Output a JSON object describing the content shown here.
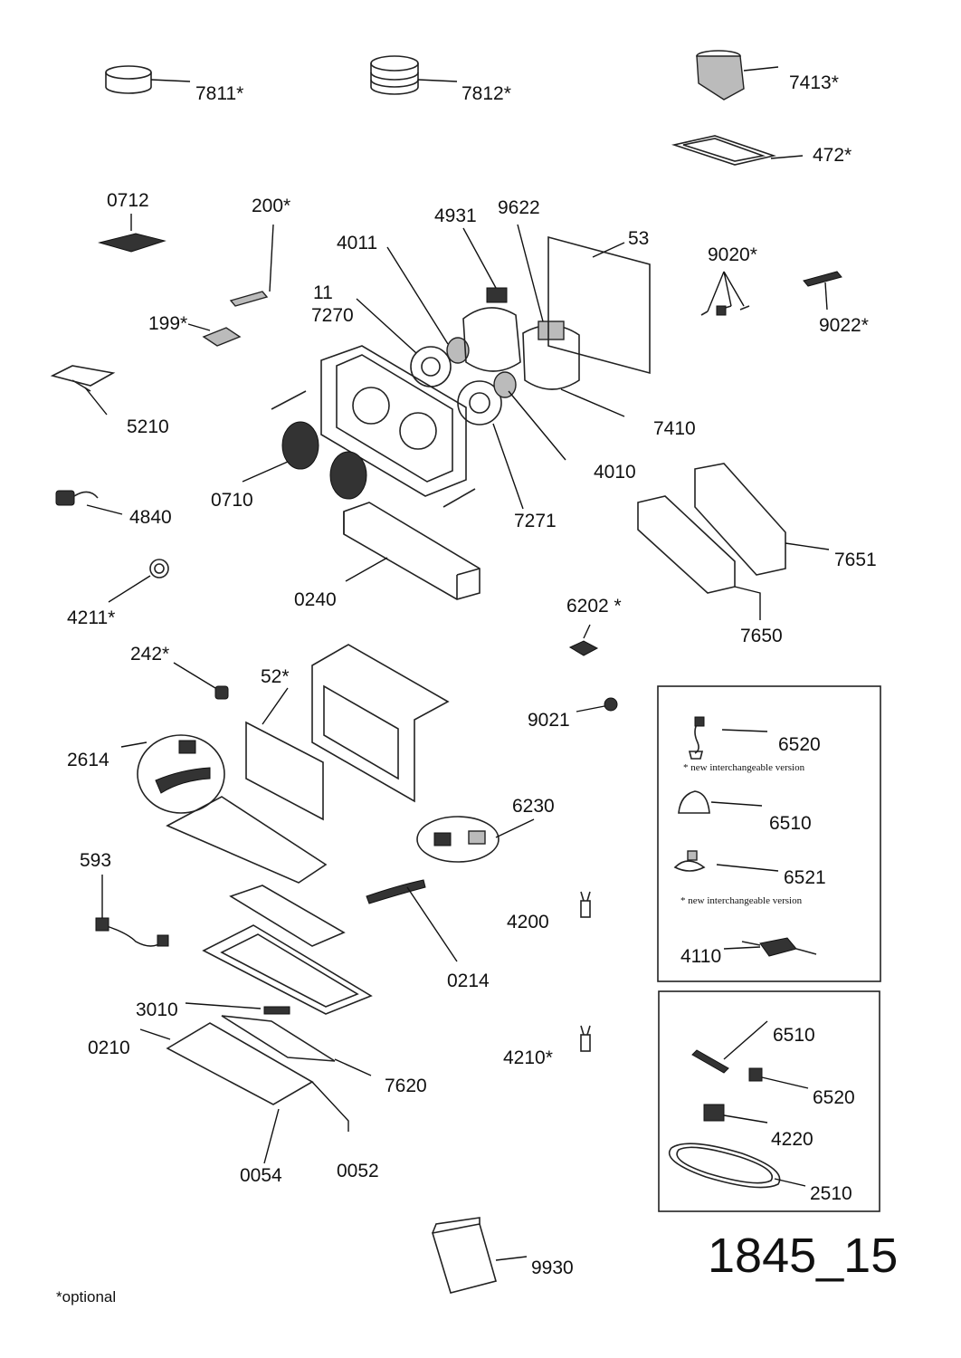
{
  "diagram_id": "1845_15",
  "footnote": "*optional",
  "parts": [
    {
      "code": "7811*"
    },
    {
      "code": "7812*"
    },
    {
      "code": "7413*"
    },
    {
      "code": "472*"
    },
    {
      "code": "0712"
    },
    {
      "code": "200*"
    },
    {
      "code": "4011"
    },
    {
      "code": "4931"
    },
    {
      "code": "9622"
    },
    {
      "code": "53"
    },
    {
      "code": "11"
    },
    {
      "code": "7270"
    },
    {
      "code": "9020*"
    },
    {
      "code": "199*"
    },
    {
      "code": "9022*"
    },
    {
      "code": "5210"
    },
    {
      "code": "7410"
    },
    {
      "code": "4010"
    },
    {
      "code": "0710"
    },
    {
      "code": "4840"
    },
    {
      "code": "7271"
    },
    {
      "code": "7651"
    },
    {
      "code": "4211*"
    },
    {
      "code": "0240"
    },
    {
      "code": "6202 *"
    },
    {
      "code": "7650"
    },
    {
      "code": "242*"
    },
    {
      "code": "52*"
    },
    {
      "code": "9021"
    },
    {
      "code": "2614"
    },
    {
      "code": "6230"
    },
    {
      "code": "593"
    },
    {
      "code": "4200"
    },
    {
      "code": "0214"
    },
    {
      "code": "3010"
    },
    {
      "code": "0210"
    },
    {
      "code": "7620"
    },
    {
      "code": "4210*"
    },
    {
      "code": "0054"
    },
    {
      "code": "0052"
    },
    {
      "code": "9930"
    }
  ],
  "box1": {
    "items": [
      {
        "code": "6520"
      },
      {
        "code": "6510"
      },
      {
        "code": "6521"
      },
      {
        "code": "4110"
      }
    ],
    "notes": [
      "* new interchangeable version",
      "* new interchangeable version"
    ]
  },
  "box2": {
    "items": [
      {
        "code": "6510"
      },
      {
        "code": "6520"
      },
      {
        "code": "4220"
      },
      {
        "code": "2510"
      }
    ]
  }
}
